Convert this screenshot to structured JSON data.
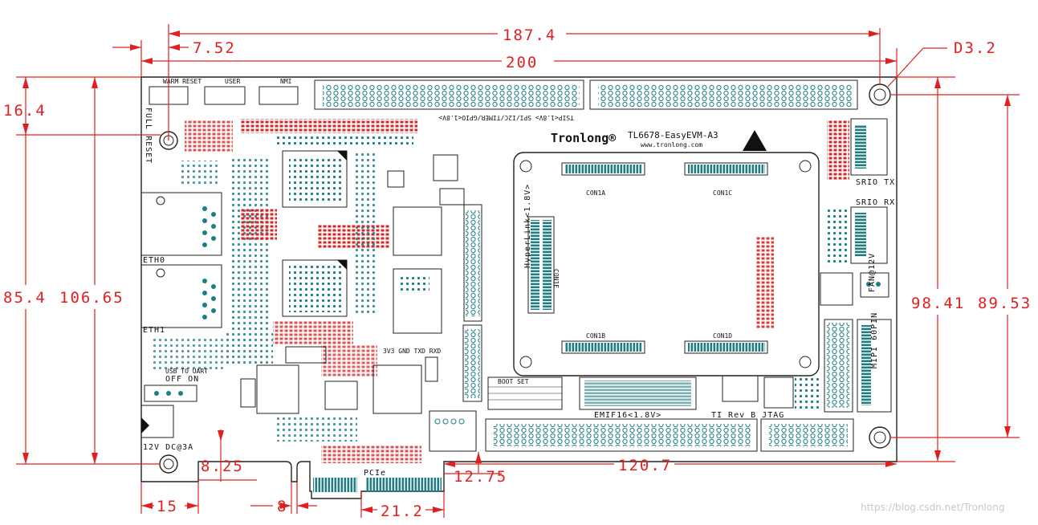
{
  "dimensions": {
    "top_width_inner": "187.4",
    "left_offset": "7.52",
    "top_width_total": "200",
    "hole_diameter": "D3.2",
    "left_small": "16.4",
    "left_height_a": "85.4",
    "left_height_b": "106.65",
    "right_height_a": "98.41",
    "right_height_b": "89.53",
    "bottom_a": "8.25",
    "bottom_15": "15",
    "bottom_8": "8",
    "bottom_pcie": "21.2",
    "bottom_1275": "12.75",
    "bottom_1207": "120.7"
  },
  "board": {
    "brand": "Tronlong®",
    "model": "TL6678-EasyEVM-A3",
    "website": "www.tronlong.com",
    "con_labels": [
      "CON1A",
      "CON1C",
      "CON1E",
      "CON1B",
      "CON1D"
    ],
    "eth0": "ETH0",
    "eth1": "ETH1",
    "full_reset": "FULL RESET",
    "warm_reset": "WARM RESET",
    "user": "USER",
    "nmi": "NMI",
    "usb_uart": "USB TO UART",
    "off_on": "OFF ON",
    "power": "12V DC@3A",
    "hyperlink": "HyperLink<1.8V>",
    "spi_label": "TSIP<1.8V> SPI/I2C/TIMER/GPIO<1.8V>",
    "srio_tx": "SRIO TX",
    "srio_rx": "SRIO RX",
    "fan": "FAN@12V",
    "mipi": "MIPI 60PIN",
    "emif": "EMIF16<1.8V>",
    "ti_jtag": "TI Rev B JTAG",
    "pcie": "PCIe",
    "boot_set": "BOOT SET",
    "uart_pins": "3V3 GND TXD RXD"
  },
  "watermark": "https://blog.csdn.net/Tronlong"
}
